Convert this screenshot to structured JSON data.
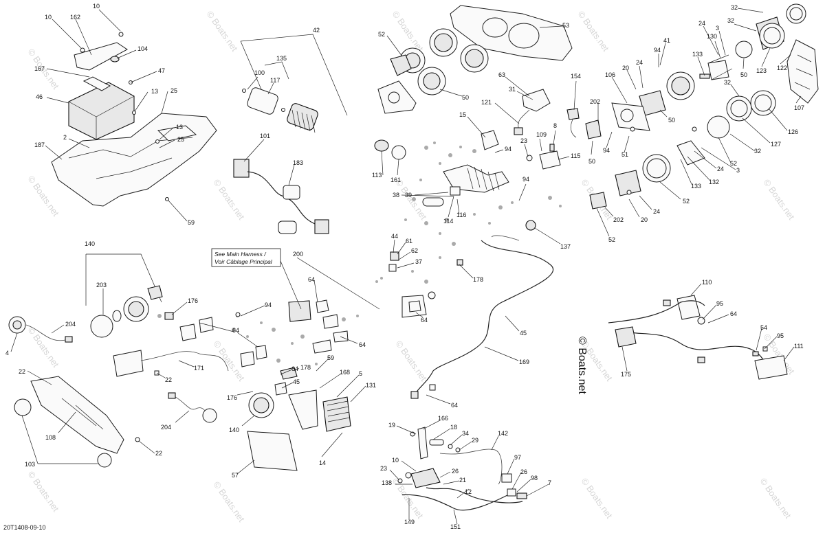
{
  "diagram": {
    "brand_mark": "© Boats.net",
    "watermark_text": "© Boats.net",
    "document_id": "20T1408-09-10",
    "note": {
      "line1": "See Main Harness /",
      "line2": "Voir Câblage Principal"
    },
    "labels": {
      "l10a": "10",
      "l162": "162",
      "l10b": "10",
      "l104": "104",
      "l167": "167",
      "l47": "47",
      "l46": "46",
      "l13a": "13",
      "l25a": "25",
      "l2": "2",
      "l13b": "13",
      "l25b": "25",
      "l187": "187",
      "l59a": "59",
      "l42": "42",
      "l135": "135",
      "l100": "100",
      "l117": "117",
      "l101": "101",
      "l183": "183",
      "l52a": "52",
      "l53": "53",
      "l50a": "50",
      "l63": "63",
      "l31": "31",
      "l121": "121",
      "l154": "154",
      "l15": "15",
      "l94a": "94",
      "l23a": "23",
      "l109": "109",
      "l8": "8",
      "l115": "115",
      "l113": "113",
      "l161": "161",
      "l94b": "94",
      "l38": "38",
      "l39": "39",
      "l114": "114",
      "l116": "116",
      "l137": "137",
      "l44": "44",
      "l61": "61",
      "l62": "62",
      "l37": "37",
      "l178a": "178",
      "l64a": "64",
      "l32a": "32",
      "l32b": "32",
      "l24a": "24",
      "l3a": "3",
      "l130": "130",
      "l41": "41",
      "l94c": "94",
      "l133a": "133",
      "l20a": "20",
      "l24b": "24",
      "l50b": "50",
      "l123": "123",
      "l122": "122",
      "l107": "107",
      "l106": "106",
      "l202a": "202",
      "l50c": "50",
      "l32c": "32",
      "l126": "126",
      "l127": "127",
      "l32d": "32",
      "l52b": "52",
      "l94d": "94",
      "l51": "51",
      "l50d": "50",
      "l24c": "24",
      "l3b": "3",
      "l133b": "133",
      "l132": "132",
      "l52c": "52",
      "l24d": "24",
      "l20b": "20",
      "l202b": "202",
      "l52d": "52",
      "l140a": "140",
      "l203": "203",
      "l176a": "176",
      "l204a": "204",
      "l4": "4",
      "l64b": "64",
      "l94e": "94",
      "l64c": "64",
      "l171": "171",
      "l22a": "22",
      "l200": "200",
      "l64d": "64",
      "l64e": "64",
      "l59b": "59",
      "l178b": "178",
      "l168": "168",
      "l5": "5",
      "l45a": "45",
      "l176b": "176",
      "l131": "131",
      "l140b": "140",
      "l204b": "204",
      "l22b": "22",
      "l108": "108",
      "l22c": "22",
      "l103": "103",
      "l57": "57",
      "l14": "14",
      "l45b": "45",
      "l169": "169",
      "l64f": "64",
      "l110": "110",
      "l95a": "95",
      "l64g": "64",
      "l54": "54",
      "l95b": "95",
      "l111": "111",
      "l175": "175",
      "l19": "19",
      "l166": "166",
      "l18": "18",
      "l34": "34",
      "l29": "29",
      "l142": "142",
      "l10c": "10",
      "l23b": "23",
      "l26a": "26",
      "l21": "21",
      "l97": "97",
      "l138": "138",
      "l12": "12",
      "l26b": "26",
      "l98": "98",
      "l7": "7",
      "l149": "149",
      "l151": "151"
    }
  }
}
